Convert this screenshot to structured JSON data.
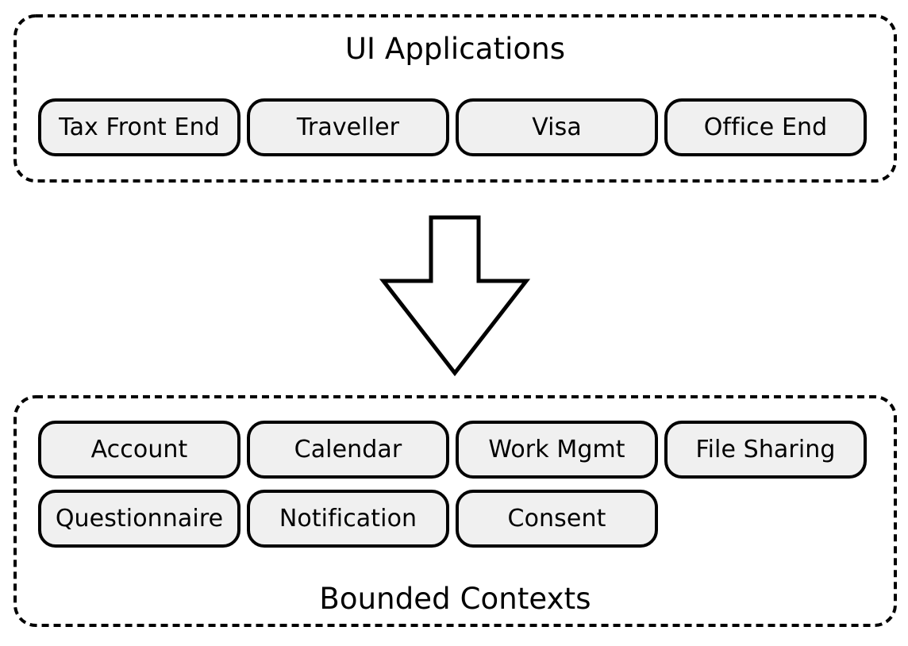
{
  "diagram": {
    "title_top": "UI Applications",
    "title_bottom": "Bounded Contexts",
    "arrow_label": "down-arrow",
    "colors": {
      "node_fill": "#f0f0f0",
      "node_stroke": "#000000",
      "group_stroke": "#000000",
      "background": "#ffffff",
      "text": "#000000"
    }
  },
  "ui_applications": {
    "label": "UI Applications",
    "nodes": [
      {
        "label": "Tax Front End"
      },
      {
        "label": "Traveller"
      },
      {
        "label": "Visa"
      },
      {
        "label": "Office End"
      }
    ]
  },
  "bounded_contexts": {
    "label": "Bounded Contexts",
    "row1": [
      {
        "label": "Account"
      },
      {
        "label": "Calendar"
      },
      {
        "label": "Work Mgmt"
      },
      {
        "label": "File Sharing"
      }
    ],
    "row2": [
      {
        "label": "Questionnaire"
      },
      {
        "label": "Notification"
      },
      {
        "label": "Consent"
      }
    ]
  }
}
